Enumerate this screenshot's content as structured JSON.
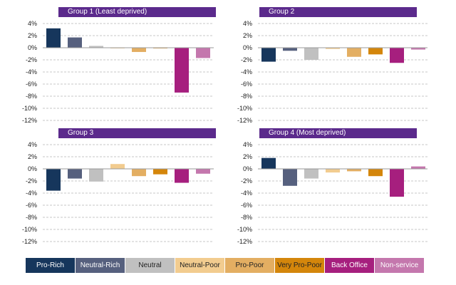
{
  "colors": {
    "title_bg": "#5b2a8c",
    "series": [
      "#16365c",
      "#56607e",
      "#c0c0c0",
      "#f2cc8f",
      "#e3ae62",
      "#d4860b",
      "#a61f7e",
      "#c477ad"
    ],
    "legend_text": [
      "#ffffff",
      "#ffffff",
      "#222222",
      "#222222",
      "#222222",
      "#222222",
      "#ffffff",
      "#ffffff"
    ]
  },
  "legend": {
    "items": [
      "Pro-Rich",
      "Neutral-Rich",
      "Neutral",
      "Neutral-Poor",
      "Pro-Poor",
      "Very Pro-Poor",
      "Back Office",
      "Non-service"
    ]
  },
  "chart_data": [
    {
      "type": "bar",
      "title": "Group 1 (Least deprived)",
      "categories": [
        "Pro-Rich",
        "Neutral-Rich",
        "Neutral",
        "Neutral-Poor",
        "Pro-Poor",
        "Very Pro-Poor",
        "Back Office",
        "Non-service"
      ],
      "values": [
        3.2,
        1.7,
        0.3,
        -0.1,
        -0.7,
        -0.1,
        -7.4,
        -1.7
      ],
      "ylim": [
        -12,
        4
      ],
      "yticks": [
        "4%",
        "2%",
        "0%",
        "-2%",
        "-4%",
        "-6%",
        "-8%",
        "-10%",
        "-12%"
      ],
      "grid": true
    },
    {
      "type": "bar",
      "title": "Group 2",
      "categories": [
        "Pro-Rich",
        "Neutral-Rich",
        "Neutral",
        "Neutral-Poor",
        "Pro-Poor",
        "Very Pro-Poor",
        "Back Office",
        "Non-service"
      ],
      "values": [
        -2.3,
        -0.5,
        -2.0,
        -0.2,
        -1.5,
        -1.1,
        -2.5,
        -0.3
      ],
      "ylim": [
        -12,
        4
      ],
      "yticks": [
        "4%",
        "2%",
        "0%",
        "-2%",
        "-4%",
        "-6%",
        "-8%",
        "-10%",
        "-12%"
      ],
      "grid": true
    },
    {
      "type": "bar",
      "title": "Group 3",
      "categories": [
        "Pro-Rich",
        "Neutral-Rich",
        "Neutral",
        "Neutral-Poor",
        "Pro-Poor",
        "Very Pro-Poor",
        "Back Office",
        "Non-service"
      ],
      "values": [
        -3.6,
        -1.6,
        -2.1,
        0.8,
        -1.2,
        -0.9,
        -2.3,
        -0.8
      ],
      "ylim": [
        -12,
        4
      ],
      "yticks": [
        "4%",
        "2%",
        "0%",
        "-2%",
        "-4%",
        "-6%",
        "-8%",
        "-10%",
        "-12%"
      ],
      "grid": true
    },
    {
      "type": "bar",
      "title": "Group 4 (Most deprived)",
      "categories": [
        "Pro-Rich",
        "Neutral-Rich",
        "Neutral",
        "Neutral-Poor",
        "Pro-Poor",
        "Very Pro-Poor",
        "Back Office",
        "Non-service"
      ],
      "values": [
        1.8,
        -2.8,
        -1.6,
        -0.6,
        -0.4,
        -1.2,
        -4.6,
        0.4
      ],
      "ylim": [
        -12,
        4
      ],
      "yticks": [
        "4%",
        "2%",
        "0%",
        "-2%",
        "-4%",
        "-6%",
        "-8%",
        "-10%",
        "-12%"
      ],
      "grid": true
    }
  ]
}
